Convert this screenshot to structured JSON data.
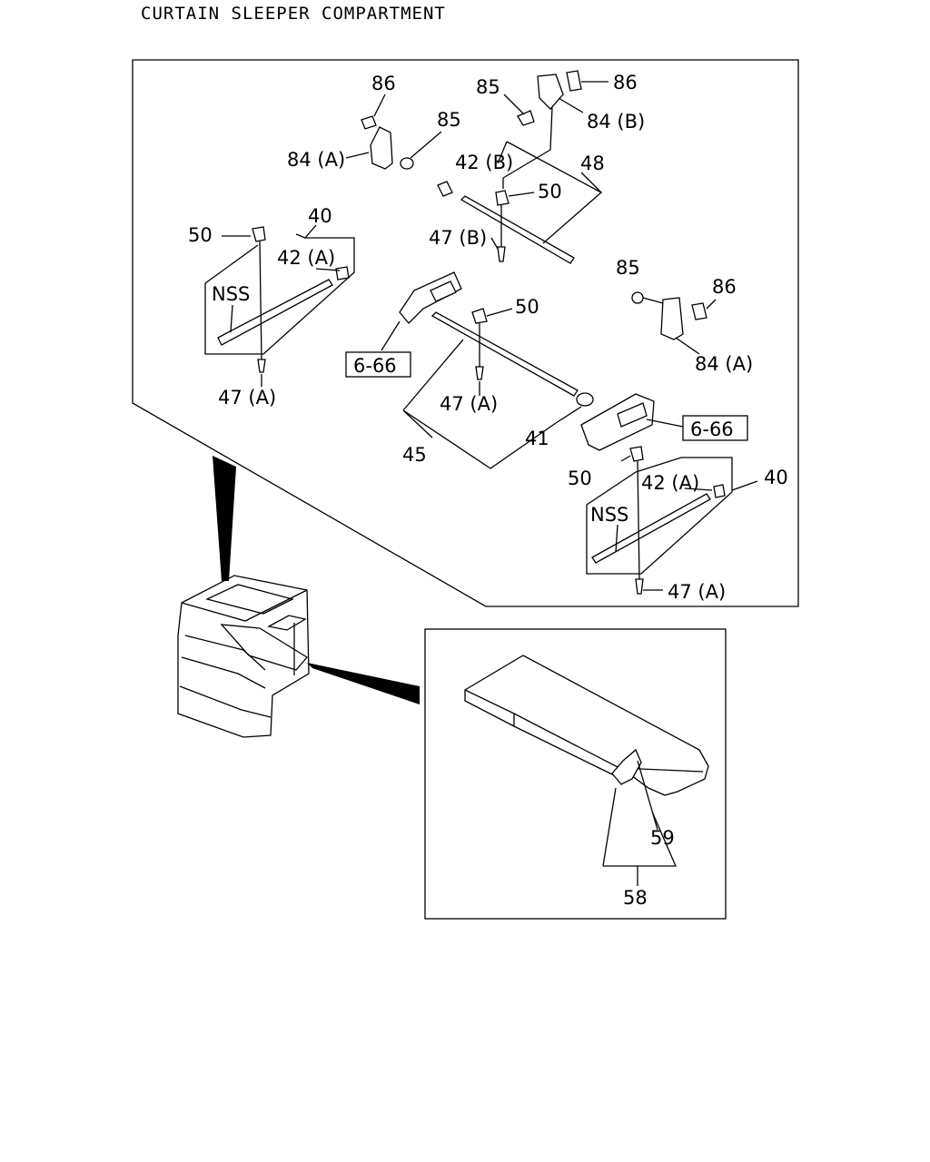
{
  "title": "CURTAIN SLEEPER COMPARTMENT",
  "labels": {
    "l86a": "86",
    "l85a": "85",
    "l86b": "86",
    "l85b": "85",
    "l84a_top": "84 (A)",
    "l84b": "84 (B)",
    "l42b": "42 (B)",
    "l48": "48",
    "l50_top": "50",
    "l40_left": "40",
    "l50_left": "50",
    "l42a_left": "42 (A)",
    "l47b": "47 (B)",
    "l85c": "85",
    "l86c": "86",
    "lnss_left": "NSS",
    "l50_mid": "50",
    "l84a_right": "84 (A)",
    "l47a_left": "47 (A)",
    "l47a_mid": "47 (A)",
    "l41": "41",
    "l45": "45",
    "l50_right": "50",
    "l42a_right": "42 (A)",
    "l40_right": "40",
    "lnss_right": "NSS",
    "l47a_right": "47 (A)",
    "l59": "59",
    "l58": "58"
  },
  "refs": {
    "ref_left": "6-66",
    "ref_right": "6-66"
  }
}
